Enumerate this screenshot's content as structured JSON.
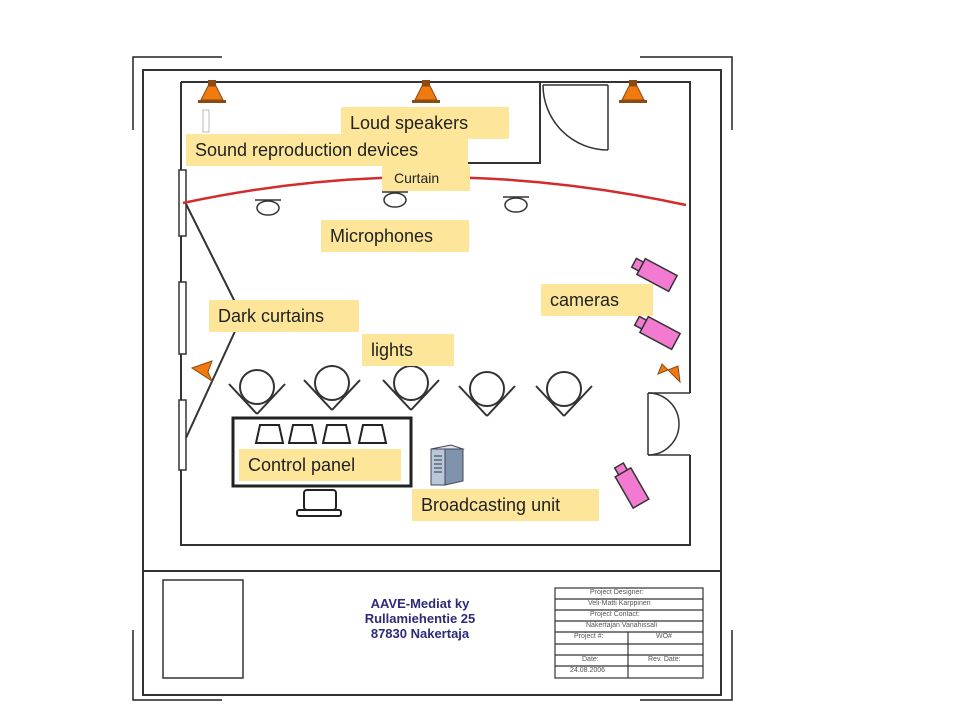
{
  "labels": {
    "loud_speakers": "Loud speakers",
    "sound_reproduction": "Sound reproduction devices",
    "curtain": "Curtain",
    "microphones": "Microphones",
    "cameras": "cameras",
    "dark_curtains": "Dark curtains",
    "lights": "lights",
    "control_panel": "Control panel",
    "broadcasting_unit": "Broadcasting unit"
  },
  "title_block": {
    "company_name": "AAVE-Mediat ky",
    "street": "Rullamiehentie 25",
    "city": "87830 Nakertaja",
    "project_designer_label": "Project Designer:",
    "project_designer": "Veli-Matti Karppinen",
    "project_contact_label": "Project Contact:",
    "project_contact": "Nakertajan Vanahissali",
    "project_no_label": "Project #:",
    "wo_label": "WO#",
    "date_label": "Date:",
    "rev_date_label": "Rev. Date:",
    "date": "24.08.2006"
  },
  "colors": {
    "label_bg": "#fde69a",
    "curtain": "#d42a2a",
    "speaker": "#f07a10",
    "camera": "#f27ad0",
    "company_text": "#2b2b78"
  }
}
